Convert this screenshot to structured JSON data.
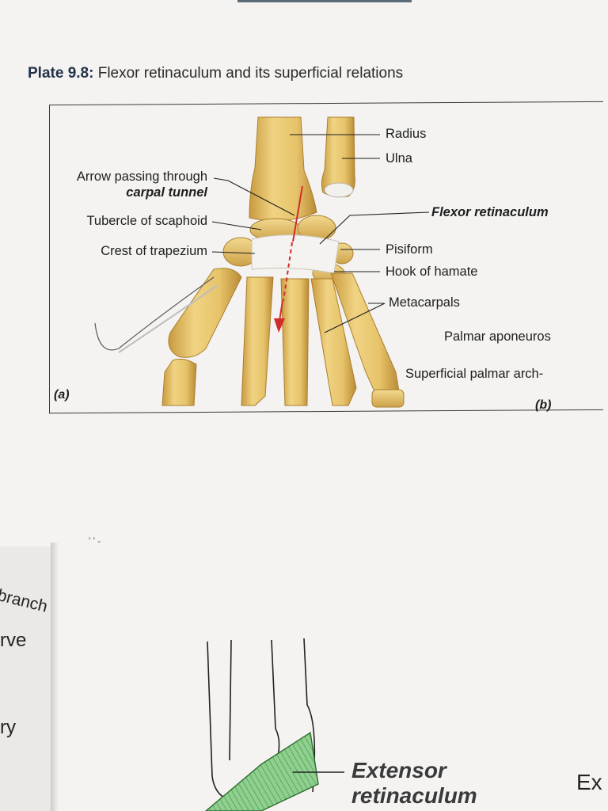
{
  "plate": {
    "number": "Plate 9.8:",
    "title": "Flexor retinaculum and its superficial relations"
  },
  "figure_a": {
    "panel_label": "(a)",
    "labels": {
      "radius": "Radius",
      "ulna": "Ulna",
      "arrow_line1": "Arrow passing through",
      "arrow_line2": "carpal tunnel",
      "flexor_retinaculum": "Flexor retinaculum",
      "tubercle_scaphoid": "Tubercle of scaphoid",
      "crest_trapezium": "Crest of trapezium",
      "pisiform": "Pisiform",
      "hook_hamate": "Hook of hamate",
      "metacarpals": "Metacarpals"
    }
  },
  "figure_b": {
    "panel_label": "(b)",
    "labels": {
      "palmar_aponeurosis": "Palmar aponeuros",
      "superficial_palmar_arch": "Superficial palmar arch-"
    }
  },
  "next_page": {
    "left_fragments": [
      "branch",
      "rve",
      "ry"
    ],
    "extensor_line1": "Extensor",
    "extensor_line2": "retinaculum",
    "right_fragment": "Ex",
    "mark": "' ' -"
  },
  "colors": {
    "bone": "#e7c36a",
    "bone_shade": "#c99a3e",
    "retinaculum": "#f2f1ee",
    "arrow": "#d12a2a",
    "extensor": "#7dc27d"
  }
}
